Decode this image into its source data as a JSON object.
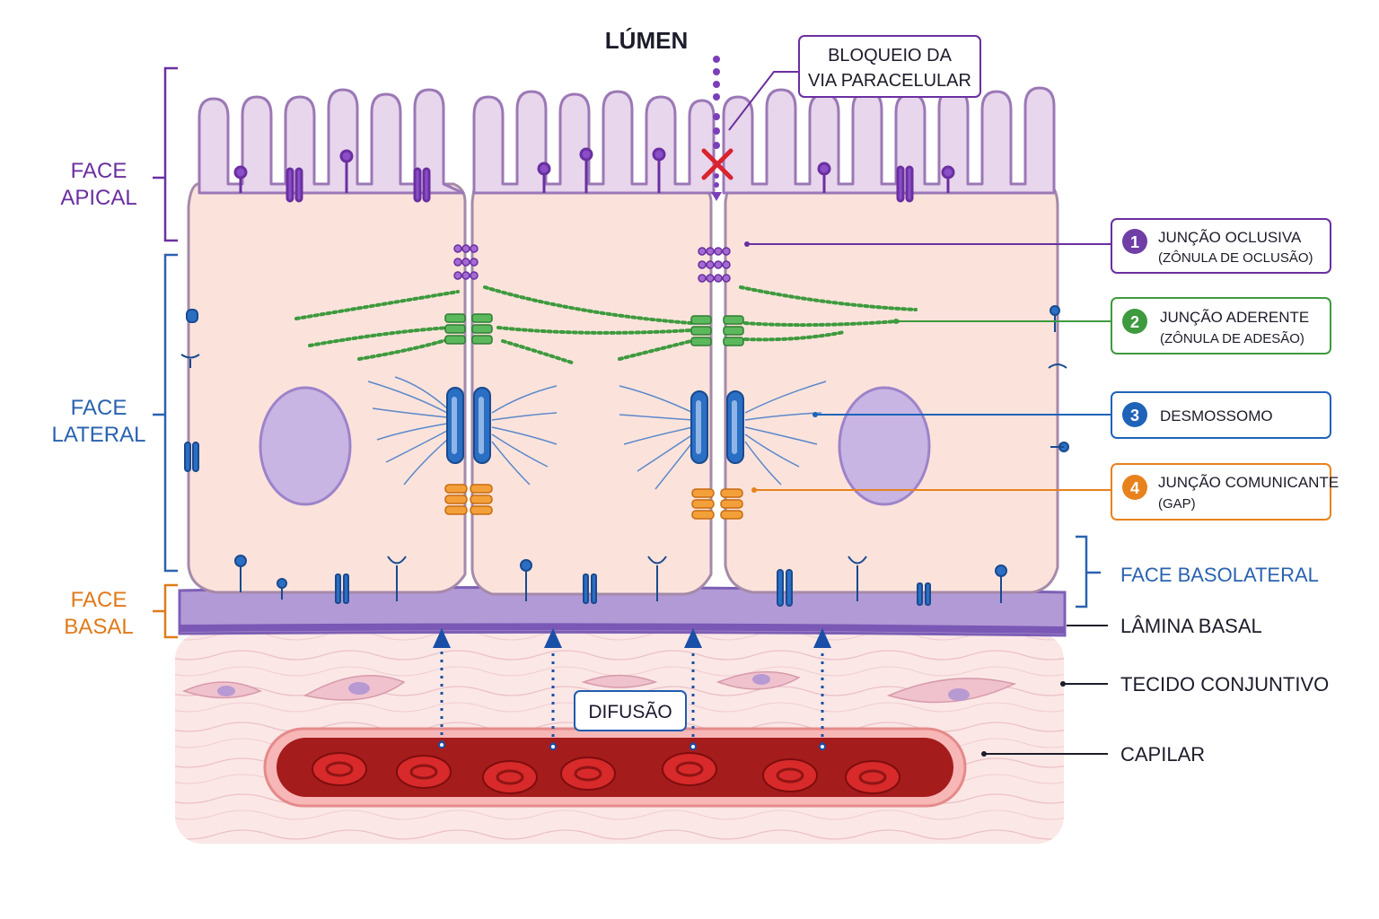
{
  "title": "LÚMEN",
  "faces": {
    "apical": [
      "FACE",
      "APICAL"
    ],
    "lateral": [
      "FACE",
      "LATERAL"
    ],
    "basal": [
      "FACE",
      "BASAL"
    ]
  },
  "callouts": {
    "block": [
      "BLOQUEIO DA",
      "VIA PARACELULAR"
    ],
    "basolateral": "FACE BASOLATERAL",
    "basal_lamina": "LÂMINA BASAL",
    "connective": "TECIDO CONJUNTIVO",
    "capillary": "CAPILAR",
    "diffusion": "DIFUSÃO"
  },
  "junctions": [
    {
      "num": "1",
      "line1": "JUNÇÃO OCLUSIVA",
      "line2": "(ZÔNULA DE OCLUSÃO)",
      "color": "#6f3fa6"
    },
    {
      "num": "2",
      "line1": "JUNÇÃO ADERENTE",
      "line2": "(ZÔNULA DE ADESÃO)",
      "color": "#3e9a3e"
    },
    {
      "num": "3",
      "line1": "DESMOSSOMO",
      "line2": "",
      "color": "#1f63b8"
    },
    {
      "num": "4",
      "line1": "JUNÇÃO COMUNICANTE",
      "line2": "(GAP)",
      "color": "#e8821e"
    }
  ],
  "colors": {
    "apical": "#6a2fa0",
    "lateral": "#2a62b0",
    "basal": "#e07a1a",
    "cell_fill": "#fbe4e0",
    "cell_stroke": "#a07aa8",
    "lamina": "#8f6fc0",
    "blood": "#b51f1f"
  }
}
